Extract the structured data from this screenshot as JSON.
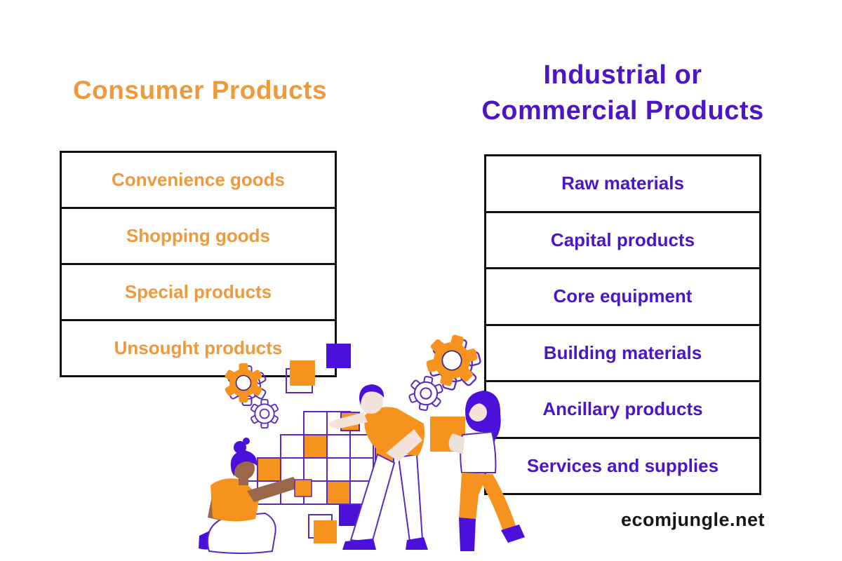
{
  "brand": {
    "label": "ecomjungle.net"
  },
  "colors": {
    "orange_text": "#F0993C",
    "purple_text": "#4C16C6",
    "ill_orange": "#F6921E",
    "ill_purple": "#4B10D9",
    "ill_outline": "#5B2BC0",
    "border": "#111111"
  },
  "consumer": {
    "title": "Consumer Products",
    "items": [
      "Convenience goods",
      "Shopping goods",
      "Special products",
      "Unsought products"
    ]
  },
  "industrial": {
    "title_lines": [
      "Industrial or",
      "Commercial Products"
    ],
    "items": [
      "Raw materials",
      "Capital products",
      "Core equipment",
      "Building materials",
      "Ancillary products",
      "Services and supplies"
    ]
  }
}
